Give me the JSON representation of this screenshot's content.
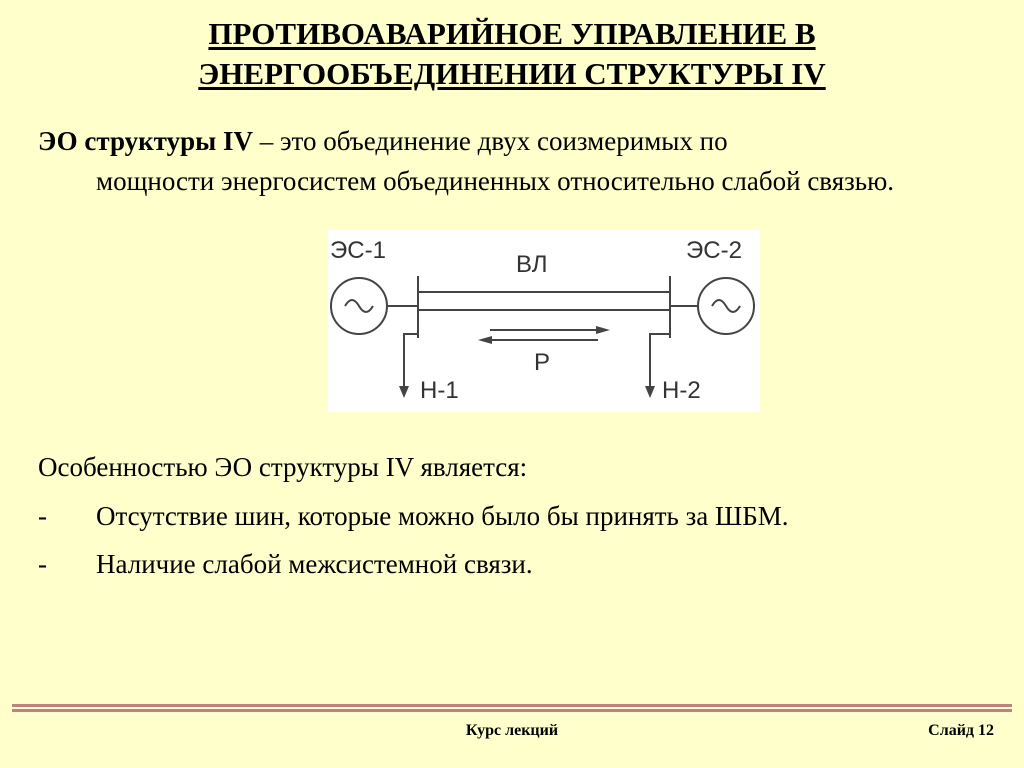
{
  "title": {
    "line1": "ПРОТИВОАВАРИЙНОЕ УПРАВЛЕНИЕ В",
    "line2": "ЭНЕРГООБЪЕДИНЕНИИ СТРУКТУРЫ IV"
  },
  "intro": {
    "term": "ЭО структуры IV",
    "definition_start": " – это объединение двух соизмеримых по",
    "definition_rest": "мощности энергосистем объединенных относительно слабой связью."
  },
  "diagram": {
    "es1": "ЭС-1",
    "es2": "ЭС-2",
    "line": "ВЛ",
    "power": "Р",
    "load1": "Н-1",
    "load2": "Н-2"
  },
  "features": {
    "heading": "Особенностью ЭО структуры IV является:",
    "items": [
      {
        "marker": "-",
        "text": "Отсутствие шин, которые можно было бы принять за ШБМ."
      },
      {
        "marker": "-",
        "text": "Наличие слабой межсистемной связи."
      }
    ]
  },
  "footer": {
    "course": "Курс лекций",
    "slide": "Слайд 12"
  }
}
